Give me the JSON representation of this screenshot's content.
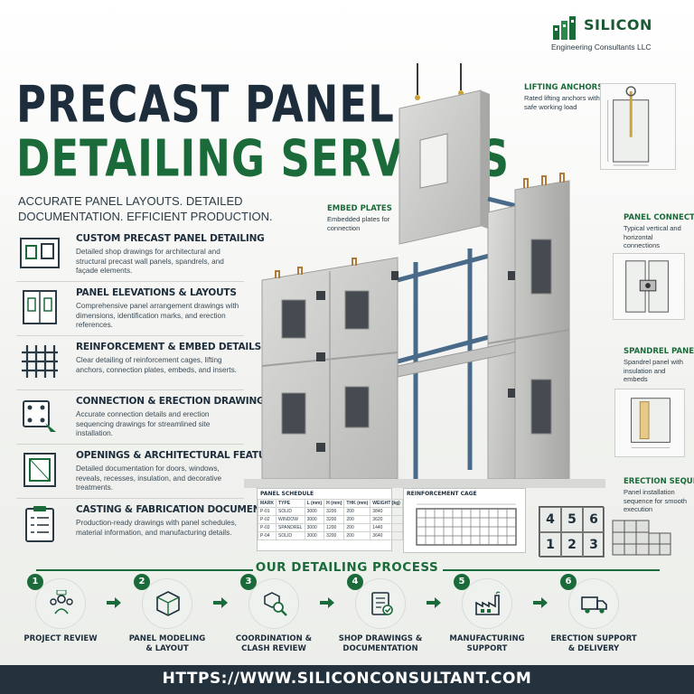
{
  "brand": {
    "name": "SILICON",
    "subtitle": "Engineering Consultants LLC",
    "green": "#1b6b3a",
    "navy": "#1d2d3b"
  },
  "hero": {
    "title_line1": "PRECAST PANEL",
    "title_line2": "DETAILING SERVICES",
    "tagline": "ACCURATE PANEL LAYOUTS. DETAILED DOCUMENTATION. EFFICIENT PRODUCTION."
  },
  "services": [
    {
      "icon": "panel-icon",
      "title": "CUSTOM PRECAST PANEL DETAILING",
      "desc": "Detailed shop drawings for architectural and structural precast wall panels, spandrels, and façade elements."
    },
    {
      "icon": "elevation-icon",
      "title": "PANEL ELEVATIONS & LAYOUTS",
      "desc": "Comprehensive panel arrangement drawings with dimensions, identification marks, and erection references."
    },
    {
      "icon": "rebar-icon",
      "title": "REINFORCEMENT & EMBED DETAILS",
      "desc": "Clear detailing of reinforcement cages, lifting anchors, connection plates, embeds, and inserts."
    },
    {
      "icon": "connection-plate-icon",
      "title": "CONNECTION & ERECTION DRAWINGS",
      "desc": "Accurate connection details and erection sequencing drawings for streamlined site installation."
    },
    {
      "icon": "window-opening-icon",
      "title": "OPENINGS & ARCHITECTURAL FEATURES",
      "desc": "Detailed documentation for doors, windows, reveals, recesses, insulation, and decorative treatments."
    },
    {
      "icon": "clipboard-icon",
      "title": "CASTING & FABRICATION DOCUMENTS",
      "desc": "Production-ready drawings with panel schedules, material information, and manufacturing details."
    }
  ],
  "callouts": {
    "lifting": {
      "title": "LIFTING ANCHORS",
      "desc": "Rated lifting anchors with safe working load"
    },
    "embed": {
      "title": "EMBED PLATES",
      "desc": "Embedded plates for connection"
    },
    "connection": {
      "title": "PANEL CONNECTION",
      "desc": "Typical vertical and horizontal connections"
    },
    "spandrel": {
      "title": "SPANDREL PANEL",
      "desc": "Spandrel panel with insulation and embeds"
    },
    "erection": {
      "title": "ERECTION SEQUENCE",
      "desc": "Panel installation sequence for smooth execution"
    }
  },
  "schedule": {
    "title": "PANEL SCHEDULE",
    "headers": [
      "MARK",
      "TYPE",
      "L (mm)",
      "H (mm)",
      "THK (mm)",
      "WEIGHT (kg)"
    ],
    "rows": [
      [
        "P-01",
        "SOLID",
        "3000",
        "3200",
        "200",
        "3840"
      ],
      [
        "P-02",
        "WINDOW",
        "3000",
        "3200",
        "200",
        "3620"
      ],
      [
        "P-03",
        "SPANDREL",
        "3000",
        "1200",
        "200",
        "1440"
      ],
      [
        "P-04",
        "SOLID",
        "3000",
        "3200",
        "200",
        "3640"
      ]
    ]
  },
  "cage": {
    "title": "REINFORCEMENT CAGE"
  },
  "erection_numbers": [
    "4",
    "5",
    "6",
    "1",
    "2",
    "3"
  ],
  "process": {
    "title": "OUR DETAILING PROCESS",
    "steps": [
      {
        "num": "1",
        "icon": "team-icon",
        "label": "PROJECT REVIEW"
      },
      {
        "num": "2",
        "icon": "model-cube-icon",
        "label": "PANEL MODELING\n& LAYOUT"
      },
      {
        "num": "3",
        "icon": "clash-search-icon",
        "label": "COORDINATION &\nCLASH REVIEW"
      },
      {
        "num": "4",
        "icon": "checklist-icon",
        "label": "SHOP DRAWINGS &\nDOCUMENTATION"
      },
      {
        "num": "5",
        "icon": "factory-icon",
        "label": "MANUFACTURING\nSUPPORT"
      },
      {
        "num": "6",
        "icon": "truck-icon",
        "label": "ERECTION SUPPORT\n& DELIVERY"
      }
    ]
  },
  "footer": {
    "url": "HTTPS://WWW.SILICONCONSULTANT.COM"
  }
}
